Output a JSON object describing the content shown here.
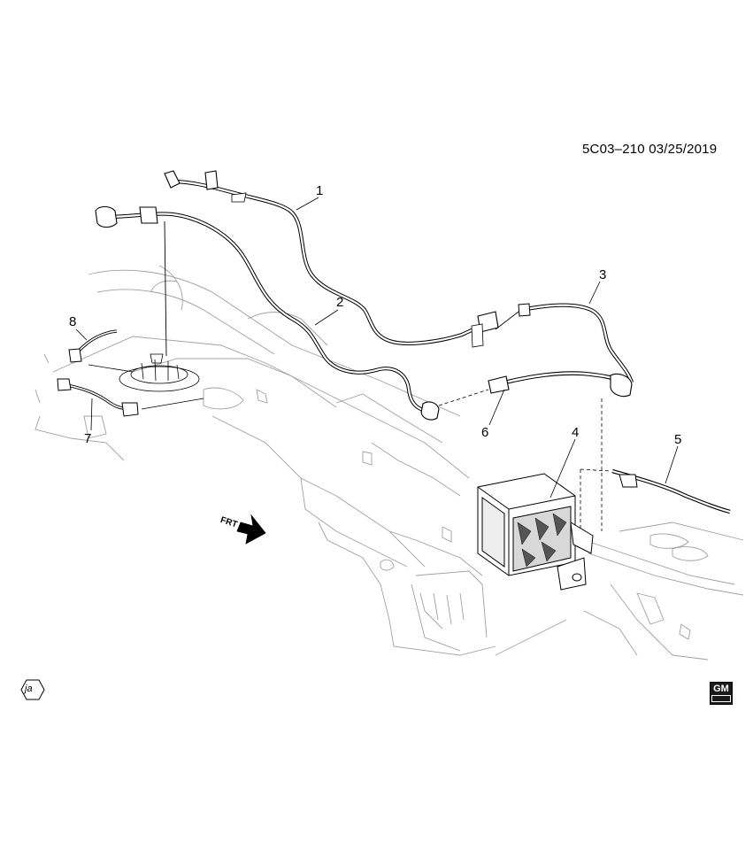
{
  "document_ref": "5C03–210  03/25/2019",
  "callouts": [
    "1",
    "2",
    "3",
    "4",
    "5",
    "6",
    "7",
    "8"
  ],
  "frt_label": "FRT",
  "region_badge": "ja",
  "logo_text": "GM",
  "colors": {
    "line": "#000000",
    "faint": "#9a9a9a",
    "background": "#ffffff"
  }
}
